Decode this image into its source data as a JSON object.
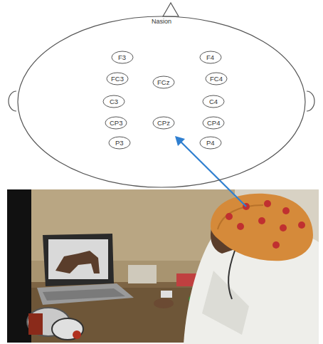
{
  "diagram": {
    "nodes": [
      {
        "text": [
          "Nasion"
        ]
      },
      {
        "text": [
          "F3"
        ],
        "in": 0
      },
      {
        "text": [
          "F4"
        ],
        "in": 0
      },
      {
        "text": [
          "FC3"
        ],
        "in": 0
      },
      {
        "text": [
          "FCz"
        ],
        "in": 0
      },
      {
        "text": [
          "FC4"
        ],
        "in": 0
      },
      {
        "text": [
          "C3"
        ],
        "in": 0
      },
      {
        "text": [
          "C4"
        ],
        "in": 0
      },
      {
        "text": [
          "CP3"
        ],
        "in": 0
      },
      {
        "text": [
          "CPz"
        ],
        "in": 0
      },
      {
        "text": [
          "CP4"
        ],
        "in": 0
      },
      {
        "text": [
          "P3"
        ],
        "in": 0
      },
      {
        "text": [
          "P4"
        ],
        "in": 0
      }
    ]
  }
}
